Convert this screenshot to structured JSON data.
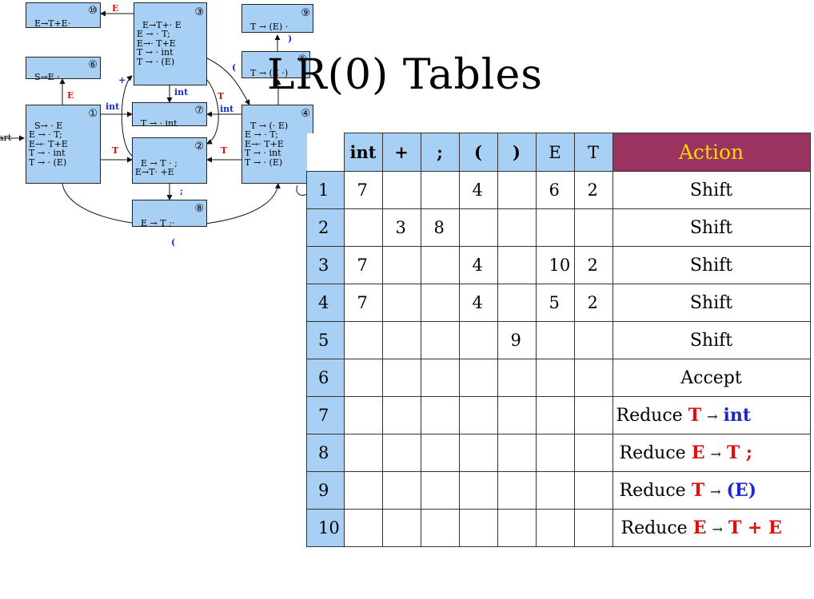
{
  "title": "LR(0) Tables",
  "diagram": {
    "start_label": "art",
    "states": [
      {
        "id": "s10",
        "lines": "E→T+E·",
        "num": "⑩"
      },
      {
        "id": "s3",
        "lines": "E→T+· E\nE → · T;\nE→· T+E\nT → · int\nT → · (E)",
        "num": "③"
      },
      {
        "id": "s9",
        "lines": "T → (E) ·",
        "num": "⑨"
      },
      {
        "id": "s6",
        "lines": "S→E ·",
        "num": "⑥"
      },
      {
        "id": "s5",
        "lines": "T → (E ·)",
        "num": "⑤"
      },
      {
        "id": "s1",
        "lines": "S→ · E\nE → · T;\nE→· T+E\nT → · int\nT → · (E)",
        "num": "①"
      },
      {
        "id": "s7",
        "lines": "T → · int",
        "num": "⑦"
      },
      {
        "id": "s4",
        "lines": "T → (· E)\nE → · T;\nE→· T+E\nT → · int\nT → · (E)",
        "num": "④"
      },
      {
        "id": "s2",
        "lines": "E → T · ;\nE→T· +E",
        "num": "②"
      },
      {
        "id": "s8",
        "lines": "E → T ;·",
        "num": "⑧"
      }
    ],
    "edge_labels": {
      "e_3_10": "E",
      "e_9": ")",
      "e_5": "(",
      "e_plus": "+",
      "e_int_3": "int",
      "e_T_3": "T",
      "e_E_1": "E",
      "e_int_1": "int",
      "e_int_4": "int",
      "e_T_1": "T",
      "e_T_4": "T",
      "e_semi": ";",
      "e_paren_bottom": "(",
      "e_paren_loop": "("
    }
  },
  "table": {
    "headers": [
      "",
      "int",
      "+",
      ";",
      "(",
      ")",
      "E",
      "T",
      "Action"
    ],
    "rows": [
      {
        "state": "1",
        "cells": [
          "7",
          "",
          "",
          "4",
          "",
          "6",
          "2"
        ],
        "action": "Shift"
      },
      {
        "state": "2",
        "cells": [
          "",
          "3",
          "8",
          "",
          "",
          "",
          ""
        ],
        "action": "Shift"
      },
      {
        "state": "3",
        "cells": [
          "7",
          "",
          "",
          "4",
          "",
          "10",
          "2"
        ],
        "action": "Shift"
      },
      {
        "state": "4",
        "cells": [
          "7",
          "",
          "",
          "4",
          "",
          "5",
          "2"
        ],
        "action": "Shift"
      },
      {
        "state": "5",
        "cells": [
          "",
          "",
          "",
          "",
          "9",
          "",
          ""
        ],
        "action": "Shift"
      },
      {
        "state": "6",
        "cells": [
          "",
          "",
          "",
          "",
          "",
          "",
          ""
        ],
        "action": "Accept"
      }
    ],
    "reduce_rows": [
      {
        "state": "7",
        "prefix": "Reduce",
        "lhs": "T",
        "arrow": "→",
        "rhs": "int"
      },
      {
        "state": "8",
        "prefix": "Reduce",
        "lhs": "E",
        "arrow": "→",
        "rhs": "T ;"
      },
      {
        "state": "9",
        "prefix": "Reduce",
        "lhs": "T",
        "arrow": "→",
        "rhs": "(E)"
      },
      {
        "state": "10",
        "prefix": "Reduce",
        "lhs": "E",
        "arrow": "→",
        "rhs": "T + E"
      }
    ]
  }
}
